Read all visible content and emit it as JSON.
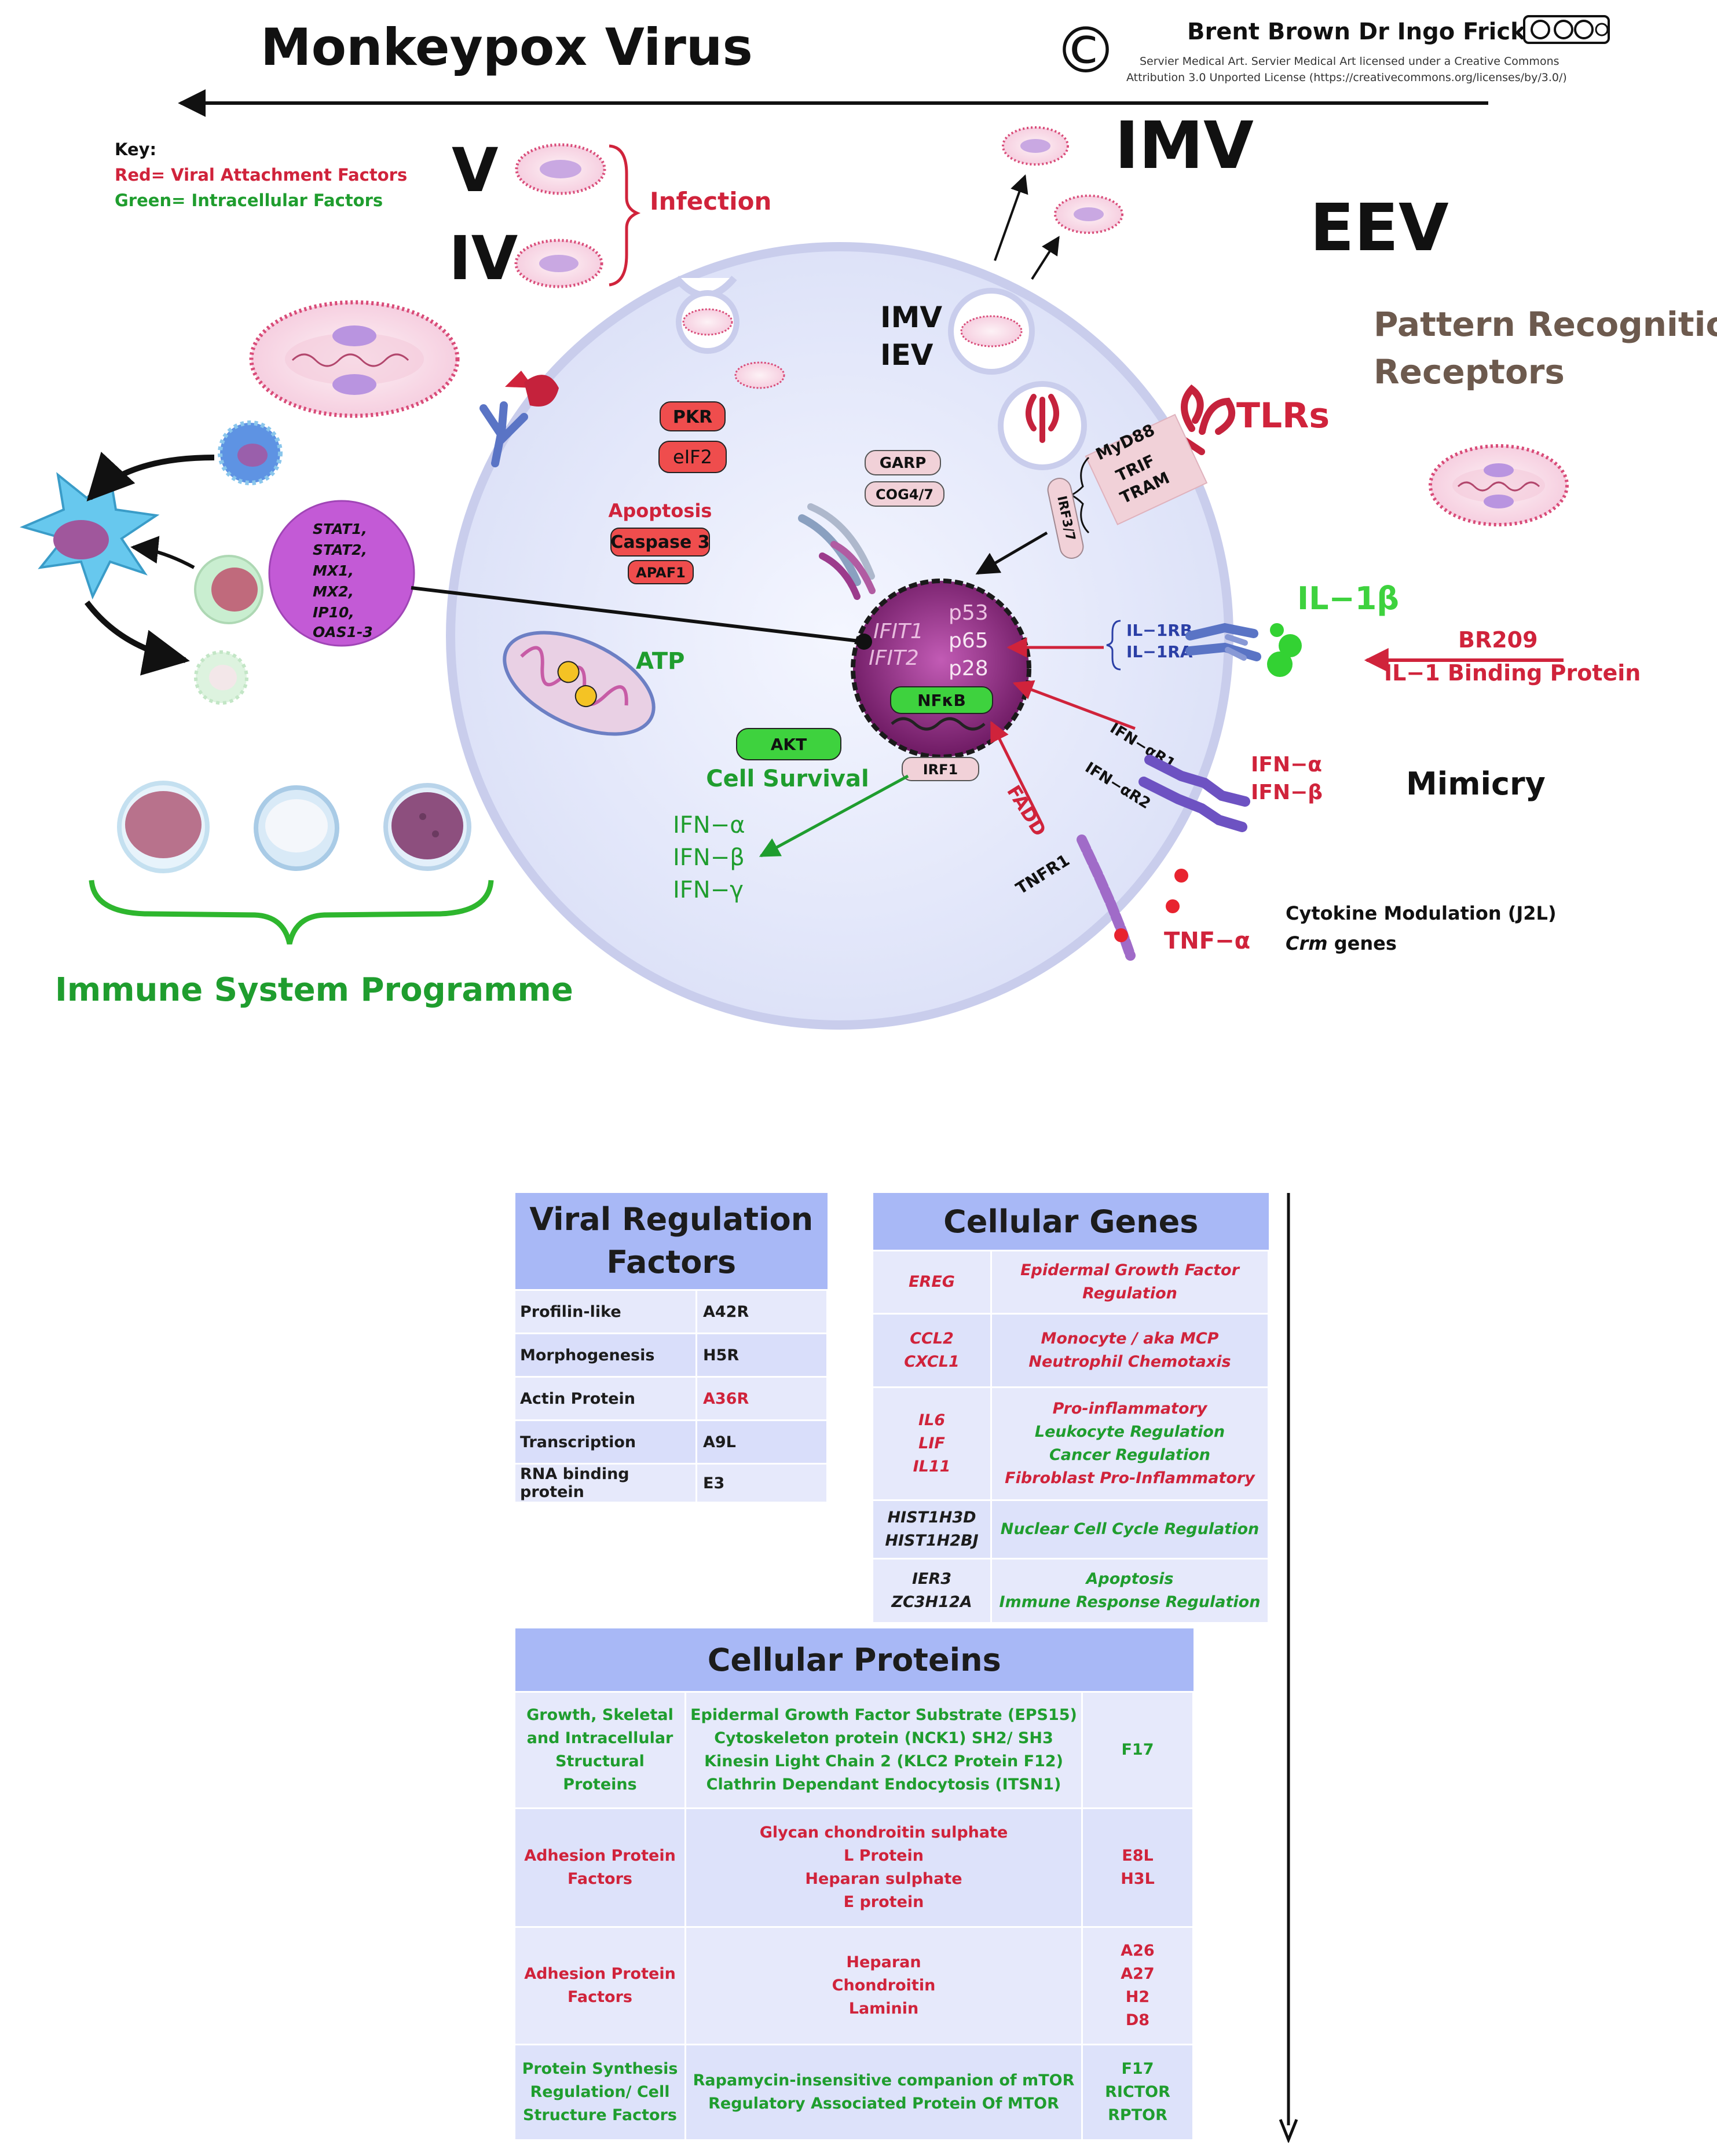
{
  "title": "Monkeypox Virus",
  "copyright": {
    "symbol": "©",
    "authors": "Brent Brown Dr Ingo Fricke",
    "license_line1": "Servier Medical Art. Servier Medical Art licensed under a Creative Commons",
    "license_line2": "Attribution 3.0 Unported License (https://creativecommons.org/licenses/by/3.0/)",
    "cc_badge": "cc by nc sa"
  },
  "key": {
    "heading": "Key:",
    "red": "Red= Viral Attachment Factors",
    "green": "Green= Intracellular Factors"
  },
  "labels": {
    "v": "V",
    "iv": "IV",
    "infection": "Infection",
    "imv": "IMV",
    "eev": "EEV",
    "imv_inner": "IMV",
    "iev_inner": "IEV",
    "prr_line1": "Pattern Recognition",
    "prr_line2": "Receptors",
    "tlrs": "TLRs",
    "myd88": "MyD88",
    "trif": "TRIF",
    "tram": "TRAM",
    "irf37": "IRF3/7",
    "pkr": "PKR",
    "eif2": "eIF2",
    "garp": "GARP",
    "cog47": "COG4/7",
    "apoptosis": "Apoptosis",
    "caspase3": "Caspase 3",
    "apaf1": "APAF1",
    "atp": "ATP",
    "akt": "AKT",
    "cell_survival": "Cell Survival",
    "ifit1": "IFIT1",
    "ifit2": "IFIT2",
    "p53": "p53",
    "p65": "p65",
    "p28": "p28",
    "nfkb": "NFκB",
    "irf1": "IRF1",
    "ifn_a_out": "IFN−α",
    "ifn_b_out": "IFN−β",
    "ifn_g_out": "IFN−γ",
    "il1rb": "IL−1RB",
    "il1ra": "IL−1RA",
    "il1b": "IL−1β",
    "br209": "BR209",
    "il1bp": "IL−1 Binding Protein",
    "ifnar1": "IFN−αR1",
    "ifnar2": "IFN−αR2",
    "ifn_a": "IFN−α",
    "ifn_b": "IFN−β",
    "mimicry": "Mimicry",
    "fadd": "FADD",
    "tnfr1": "TNFR1",
    "tnfa": "TNF−α",
    "cytokine_mod": "Cytokine Modulation (J2L)",
    "crm_italic": "Crm",
    "crm_rest": " genes",
    "immune_programme": "Immune System Programme",
    "stat_list": [
      "STAT1,",
      "STAT2,",
      "MX1,",
      "MX2,",
      "IP10,",
      "OAS1-3"
    ]
  },
  "colors": {
    "red": "#d0233b",
    "green": "#1f9d2e",
    "header_blue": "#a8b8f6",
    "cell_blue": "#e6e9fb",
    "cell_membrane": "#c9cdec",
    "nucleus": "#8a2a7a",
    "stat_circle": "#c35ad6"
  },
  "viral_regulation": {
    "title_line1": "Viral Regulation",
    "title_line2": "Factors",
    "rows": [
      {
        "name": "Profilin-like",
        "gene": "A42R",
        "gene_color": "dark"
      },
      {
        "name": "Morphogenesis",
        "gene": "H5R",
        "gene_color": "dark"
      },
      {
        "name": "Actin Protein",
        "gene": "A36R",
        "gene_color": "red"
      },
      {
        "name": "Transcription",
        "gene": "A9L",
        "gene_color": "dark"
      },
      {
        "name": "RNA binding protein",
        "gene": "E3",
        "gene_color": "dark"
      }
    ]
  },
  "cellular_genes": {
    "title": "Cellular Genes",
    "rows": [
      {
        "genes": [
          "EREG"
        ],
        "genes_color": "red",
        "funcs": [
          {
            "t": "Epidermal Growth Factor",
            "c": "red"
          },
          {
            "t": "Regulation",
            "c": "red"
          }
        ]
      },
      {
        "genes": [
          "CCL2",
          "CXCL1"
        ],
        "genes_color": "red",
        "funcs": [
          {
            "t": "Monocyte / aka MCP",
            "c": "red"
          },
          {
            "t": "Neutrophil Chemotaxis",
            "c": "red"
          }
        ]
      },
      {
        "genes": [
          "IL6",
          "LIF",
          "IL11"
        ],
        "genes_color": "red",
        "funcs": [
          {
            "t": "Pro-inflammatory",
            "c": "red"
          },
          {
            "t": "Leukocyte Regulation",
            "c": "green"
          },
          {
            "t": "Cancer Regulation",
            "c": "green"
          },
          {
            "t": "Fibroblast Pro-Inflammatory",
            "c": "red"
          }
        ]
      },
      {
        "genes": [
          "HIST1H3D",
          "HIST1H2BJ"
        ],
        "genes_color": "dark",
        "funcs": [
          {
            "t": "Nuclear Cell Cycle Regulation",
            "c": "green"
          }
        ]
      },
      {
        "genes": [
          "IER3",
          "ZC3H12A"
        ],
        "genes_color": "dark",
        "funcs": [
          {
            "t": "Apoptosis",
            "c": "green"
          },
          {
            "t": "Immune Response Regulation",
            "c": "green"
          }
        ]
      }
    ]
  },
  "cellular_proteins": {
    "title": "Cellular Proteins",
    "rows": [
      {
        "category": [
          "Growth, Skeletal",
          "and Intracellular",
          "Structural Proteins"
        ],
        "color": "green",
        "items": [
          "Epidermal Growth Factor Substrate (EPS15)",
          "Cytoskeleton protein (NCK1) SH2/ SH3",
          "Kinesin Light Chain 2 (KLC2 Protein F12)",
          "Clathrin Dependant Endocytosis (ITSN1)"
        ],
        "genes": [
          "F17"
        ]
      },
      {
        "category": [
          "Adhesion Protein",
          "Factors"
        ],
        "color": "red",
        "items": [
          "Glycan chondroitin sulphate",
          "L Protein",
          "Heparan sulphate",
          "E protein"
        ],
        "genes": [
          "E8L",
          "H3L"
        ]
      },
      {
        "category": [
          "Adhesion Protein",
          "Factors"
        ],
        "color": "red",
        "items": [
          "Heparan",
          "Chondroitin",
          "Laminin"
        ],
        "genes": [
          "A26",
          "A27",
          "H2",
          "D8"
        ]
      },
      {
        "category": [
          "Protein Synthesis",
          "Regulation/ Cell",
          "Structure Factors"
        ],
        "color": "green",
        "items": [
          "Rapamycin-insensitive companion of mTOR",
          "Regulatory Associated Protein Of MTOR"
        ],
        "genes": [
          "F17",
          "RICTOR",
          "RPTOR"
        ]
      }
    ]
  }
}
